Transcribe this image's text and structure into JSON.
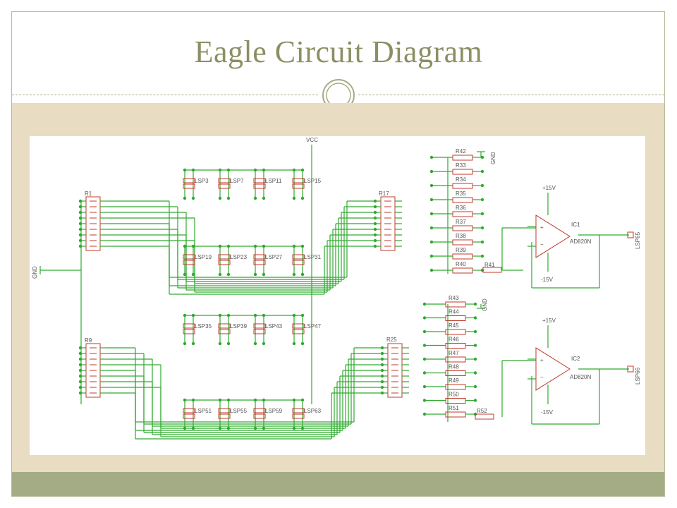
{
  "slide": {
    "title": "Eagle Circuit Diagram"
  },
  "schematic": {
    "labels": {
      "vcc": "VCC",
      "gnd_left": "GND",
      "gnd_top": "GND",
      "gnd_bottom": "GND",
      "r1": "R1",
      "r9": "R9",
      "r17": "R17",
      "r25": "R25",
      "r41": "R41",
      "r52": "R52",
      "ic1": "IC1",
      "ic2": "IC2",
      "ic1_part": "AD820N",
      "ic2_part": "AD820N",
      "ic1_vpos": "+15V",
      "ic1_vneg": "-15V",
      "ic2_vpos": "+15V",
      "ic2_vneg": "-15V",
      "lsp65": "LSP65",
      "lsp66": "LSP66"
    },
    "upper_resistors": [
      "R42",
      "R33",
      "R34",
      "R35",
      "R36",
      "R37",
      "R38",
      "R39",
      "R40"
    ],
    "lower_resistors": [
      "R43",
      "R44",
      "R45",
      "R46",
      "R47",
      "R48",
      "R49",
      "R50",
      "R51"
    ],
    "switch_rows": [
      [
        "LSP3",
        "LSP7",
        "LSP11",
        "LSP15"
      ],
      [
        "LSP19",
        "LSP23",
        "LSP27",
        "LSP31"
      ],
      [
        "LSP35",
        "LSP39",
        "LSP43",
        "LSP47"
      ],
      [
        "LSP51",
        "LSP55",
        "LSP59",
        "LSP63"
      ]
    ]
  },
  "colors": {
    "title": "#8c8f63",
    "panel": "#e8dcc3",
    "footer_band": "#a4ac86",
    "wire": "#2eaa2e",
    "component": "#c0392b"
  }
}
